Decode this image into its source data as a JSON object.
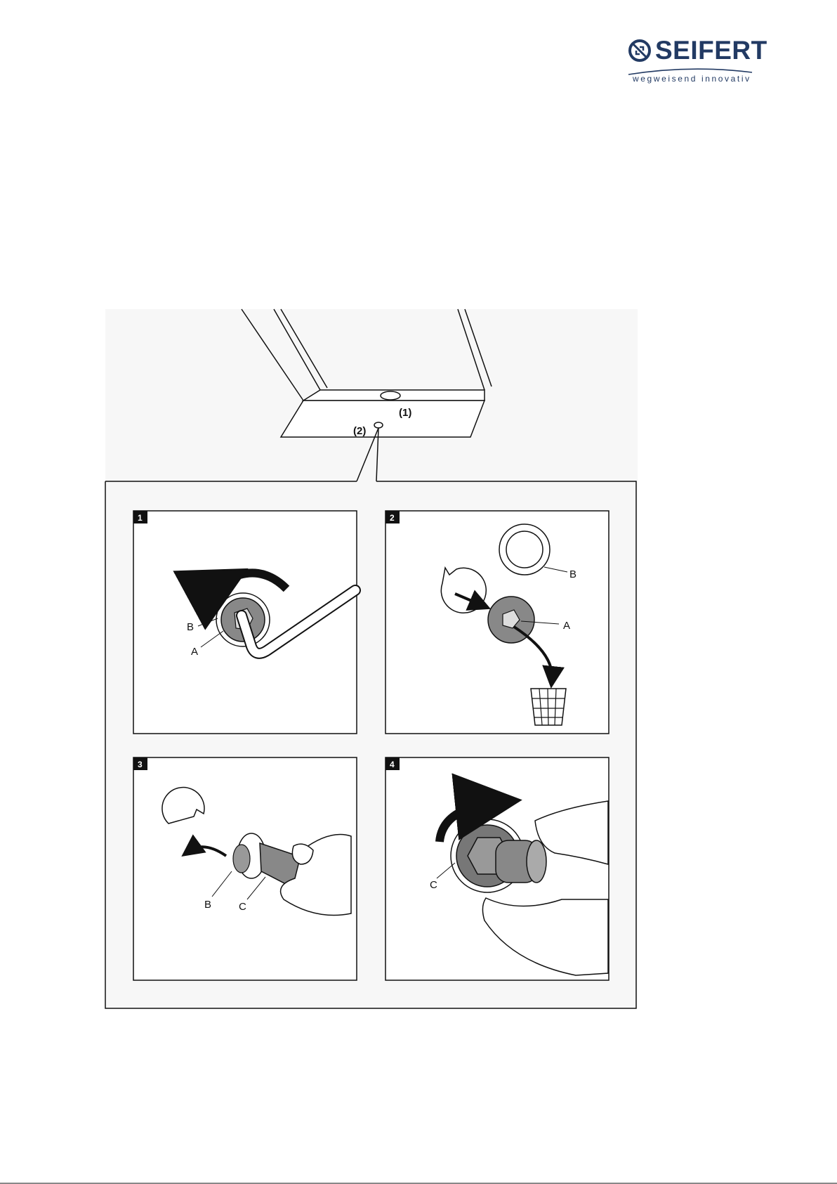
{
  "logo": {
    "brand": "SEIFERT",
    "tagline": "wegweisend innovativ",
    "icon": "seifert-logo-icon",
    "color": "#223a63"
  },
  "figure": {
    "callouts": [
      "(1)",
      "(2)"
    ],
    "panels": [
      {
        "number": "1",
        "labels": [
          "B",
          "A"
        ]
      },
      {
        "number": "2",
        "labels": [
          "B",
          "A"
        ]
      },
      {
        "number": "3",
        "labels": [
          "B",
          "C"
        ]
      },
      {
        "number": "4",
        "labels": [
          "C"
        ]
      }
    ]
  }
}
